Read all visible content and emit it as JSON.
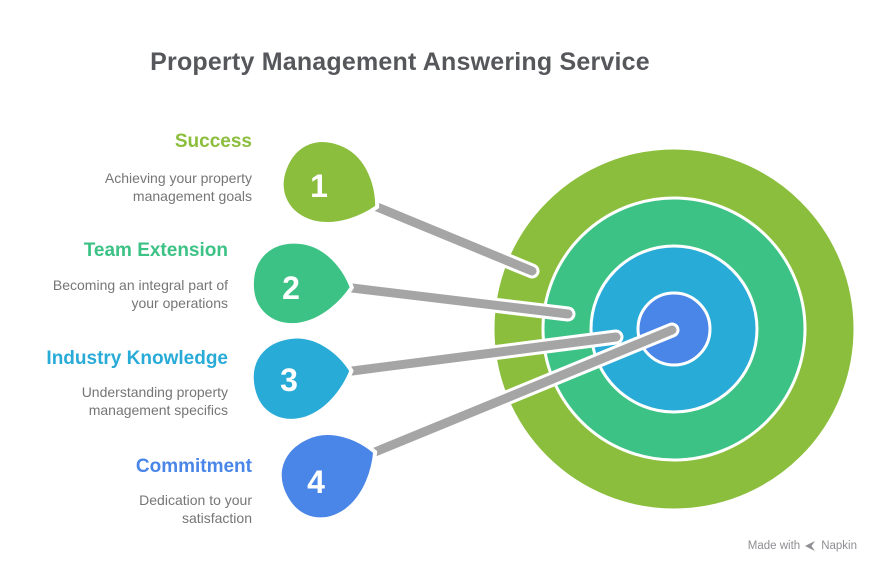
{
  "title": "Property Management Answering Service",
  "items": [
    {
      "number": "1",
      "label": "Success",
      "desc_lines": [
        "Achieving your property",
        "management goals"
      ],
      "color": "#8CBE3D"
    },
    {
      "number": "2",
      "label": "Team Extension",
      "desc_lines": [
        "Becoming an integral part of",
        "your operations"
      ],
      "color": "#3DC286"
    },
    {
      "number": "3",
      "label": "Industry Knowledge",
      "desc_lines": [
        "Understanding property",
        "management specifics"
      ],
      "color": "#29ABD8"
    },
    {
      "number": "4",
      "label": "Commitment",
      "desc_lines": [
        "Dedication to your",
        "satisfaction"
      ],
      "color": "#4A86E8"
    }
  ],
  "target": {
    "rings": [
      {
        "name": "outer-ring",
        "color": "#8CBE3D"
      },
      {
        "name": "second-ring",
        "color": "#3DC286"
      },
      {
        "name": "third-ring",
        "color": "#29ABD8"
      },
      {
        "name": "bullseye-center",
        "color": "#4A86E8"
      }
    ]
  },
  "connector_color": "#A5A5A5",
  "watermark": {
    "prefix": "Made with",
    "brand": "Napkin"
  }
}
